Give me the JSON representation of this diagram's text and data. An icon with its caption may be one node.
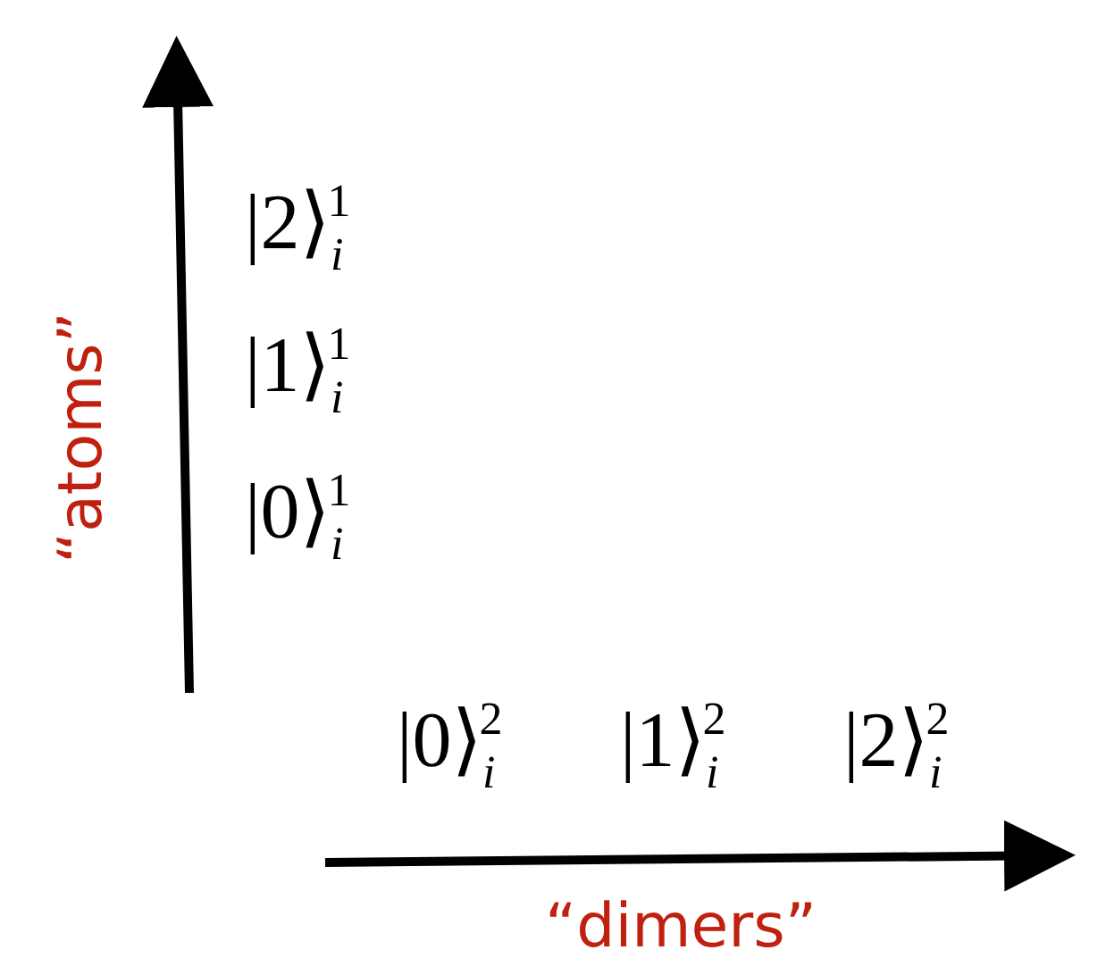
{
  "diagram": {
    "labels": [
      "“atoms”",
      "|2⟩$_{i}$$^{1}$",
      "|1⟩$_{i}$$^{1}$",
      "|0⟩$_{i}$$^{1}$",
      "|0⟩$_{i}$$^{2}$",
      "|1⟩$_{i}$$^{2}$",
      "|2⟩$_{i}$$^{2}$",
      "“dimers”"
    ]
  }
}
